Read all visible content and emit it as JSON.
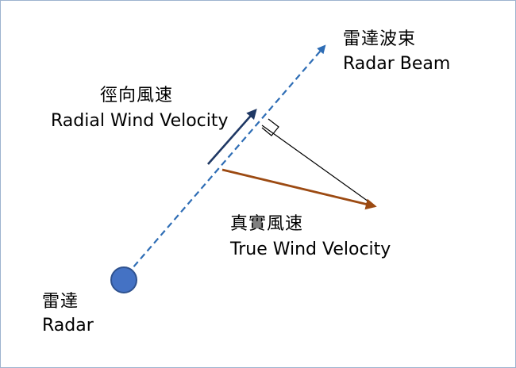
{
  "labels": {
    "radar_beam_zh": "雷達波束",
    "radar_beam_en": "Radar Beam",
    "radial_zh": "徑向風速",
    "radial_en": "Radial Wind Velocity",
    "true_zh": "真實風速",
    "true_en": "True Wind Velocity",
    "radar_zh": "雷達",
    "radar_en": "Radar"
  },
  "colors": {
    "beam": "#2e6db5",
    "radial_arrow": "#1f3864",
    "true_arrow": "#9c4a12",
    "radar_fill": "#4472c4",
    "radar_stroke": "#2f528f",
    "projection": "#000000"
  }
}
